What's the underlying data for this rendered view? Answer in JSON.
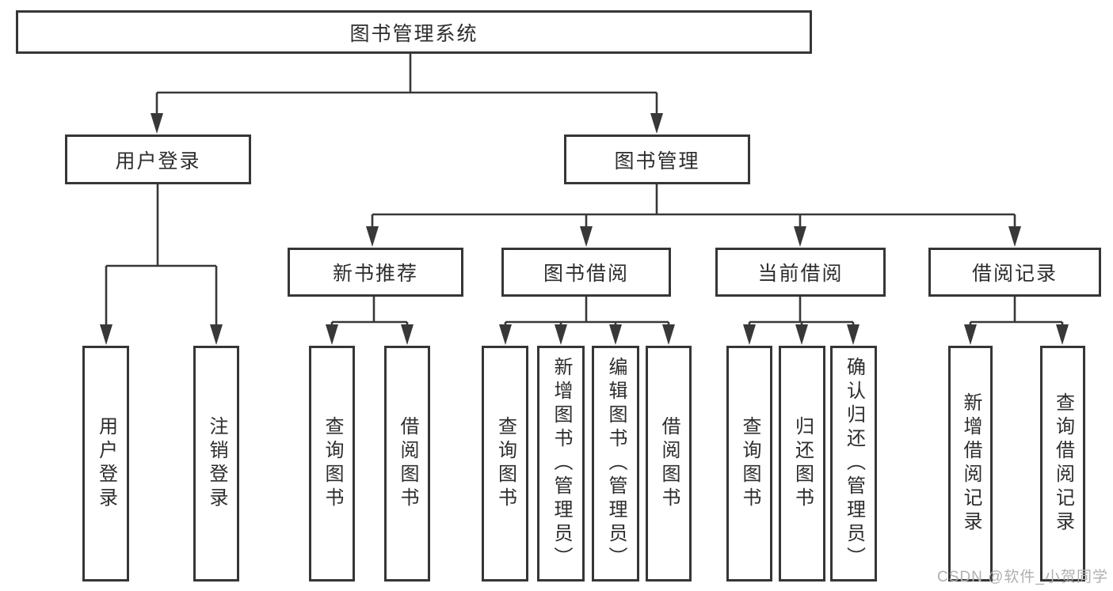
{
  "diagram_title": "图书管理系统",
  "tree": {
    "root": {
      "label": "图书管理系统",
      "children": [
        {
          "label": "用户登录",
          "children": [
            {
              "label": "用户登录"
            },
            {
              "label": "注销登录"
            }
          ]
        },
        {
          "label": "图书管理",
          "children": [
            {
              "label": "新书推荐",
              "children": [
                {
                  "label": "查询图书"
                },
                {
                  "label": "借阅图书"
                }
              ]
            },
            {
              "label": "图书借阅",
              "children": [
                {
                  "label": "查询图书"
                },
                {
                  "label": "新增图书（管理员）"
                },
                {
                  "label": "编辑图书（管理员）"
                },
                {
                  "label": "借阅图书"
                }
              ]
            },
            {
              "label": "当前借阅",
              "children": [
                {
                  "label": "查询图书"
                },
                {
                  "label": "归还图书"
                },
                {
                  "label": "确认归还（管理员）"
                }
              ]
            },
            {
              "label": "借阅记录",
              "children": [
                {
                  "label": "新增借阅记录"
                },
                {
                  "label": "查询借阅记录"
                }
              ]
            }
          ]
        }
      ]
    }
  },
  "watermark": {
    "text": "CSDN @软件_小贺同学"
  },
  "colors": {
    "line": "#383838",
    "box_border": "#363636",
    "text": "#2d2d2d",
    "watermark": "#b0b0b0",
    "background": "#ffffff"
  }
}
